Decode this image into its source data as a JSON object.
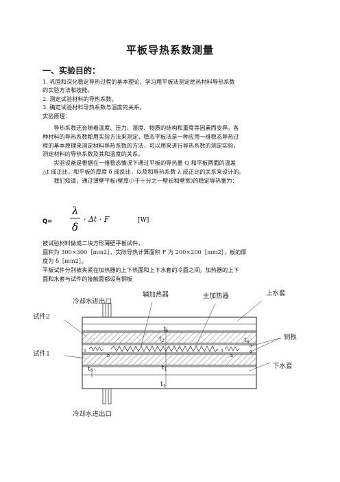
{
  "title": "平板导热系数测量",
  "section1_heading": "一、实验目的：",
  "lines": [
    "1. 巩固和深化稳定导热过程的基本理论，学习用平板法测定绝热材料导热系数",
    "的实验方法和技能。",
    "2. 测定试验材料的导热系数。",
    "3. 确定试验材料导热系数与温度的关系。",
    "实验原理：",
    "　　导热系数还会随着温度、压力、湿度、物质的结构和重度等因素而变异。各",
    "种材料的导热系数都用实验方法来测定，稳态平板法是一种应用一维稳态导热过",
    "程的基本原理来测定材料导热系数的方法，可以用来进行导热系数的测定实验，",
    "测定材料的导热系数及其和温度的关系。",
    "　　实验设备是根据在一维稳态情况下通过平板的导热量 Q 和平板两面的温差",
    "△t 成正比，和平板的厚度 δ 成反比，以及和导热系数 λ 成正比的关系来设计的。",
    "　　我们知道，通过薄壁平板(壁厚小于十分之一壁长和壁宽)的稳定导热量为："
  ],
  "formula": {
    "lhs": "Q=",
    "numerator": "λ",
    "denominator": "δ",
    "rhs": "· Δt · F",
    "unit": "[W]"
  },
  "lines_after": [
    "被试验材料做成二块方形薄壁平板试件，",
    "面积为 300×300［mm2］，实际导热计算面积 F 为 200×200［mm2］，板的厚",
    "度为 δ［mm2］。",
    "平板试件分别被夹紧在加热器的上下热面和上下水套的冷面之间。加热器的上下",
    "面和水套与试件的接触面都设有铜板"
  ],
  "diagram": {
    "cooling_in_top": "冷却水进出口",
    "aux_heater": "辅加热器",
    "main_heater": "主加热器",
    "upper_jacket": "上水套",
    "specimen2": "试件2",
    "specimen1": "试件1",
    "copper_plate": "铜板",
    "lower_jacket": "下水套",
    "cooling_in_bottom": "冷却水进出口",
    "t4": "t",
    "t4_sub": "4",
    "t2": "t",
    "t2_sub": "2",
    "t6": "t",
    "t6_sub": "6",
    "t5": "t",
    "t5_sub": "5",
    "t1": "t",
    "t1_sub": "1",
    "t3": "t",
    "t3_sub": "3",
    "a_left": "a",
    "a_right": "a",
    "b_left": "b",
    "b_mid": "b"
  }
}
